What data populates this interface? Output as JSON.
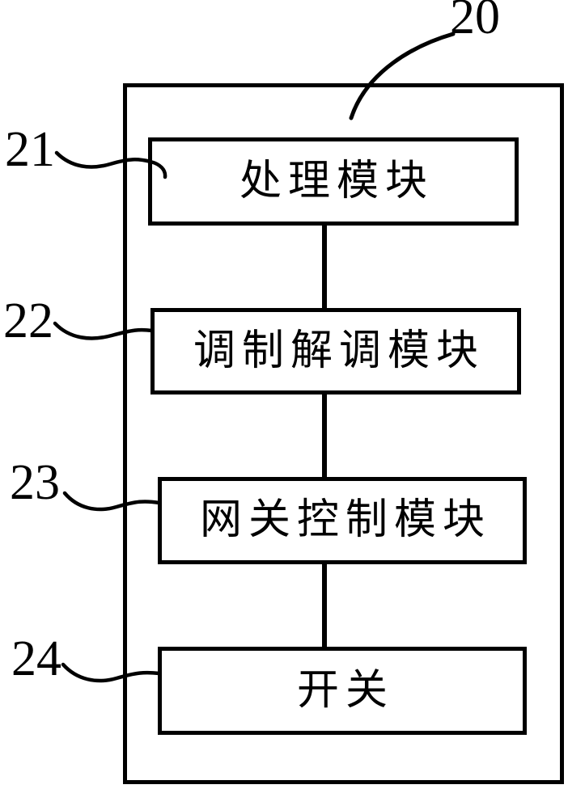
{
  "figure": {
    "device_ref": "20",
    "modules": [
      {
        "ref": "21",
        "label": "处理模块"
      },
      {
        "ref": "22",
        "label": "调制解调模块"
      },
      {
        "ref": "23",
        "label": "网关控制模块"
      },
      {
        "ref": "24",
        "label": "开关"
      }
    ],
    "colors": {
      "line": "#000000",
      "background": "#ffffff"
    }
  }
}
